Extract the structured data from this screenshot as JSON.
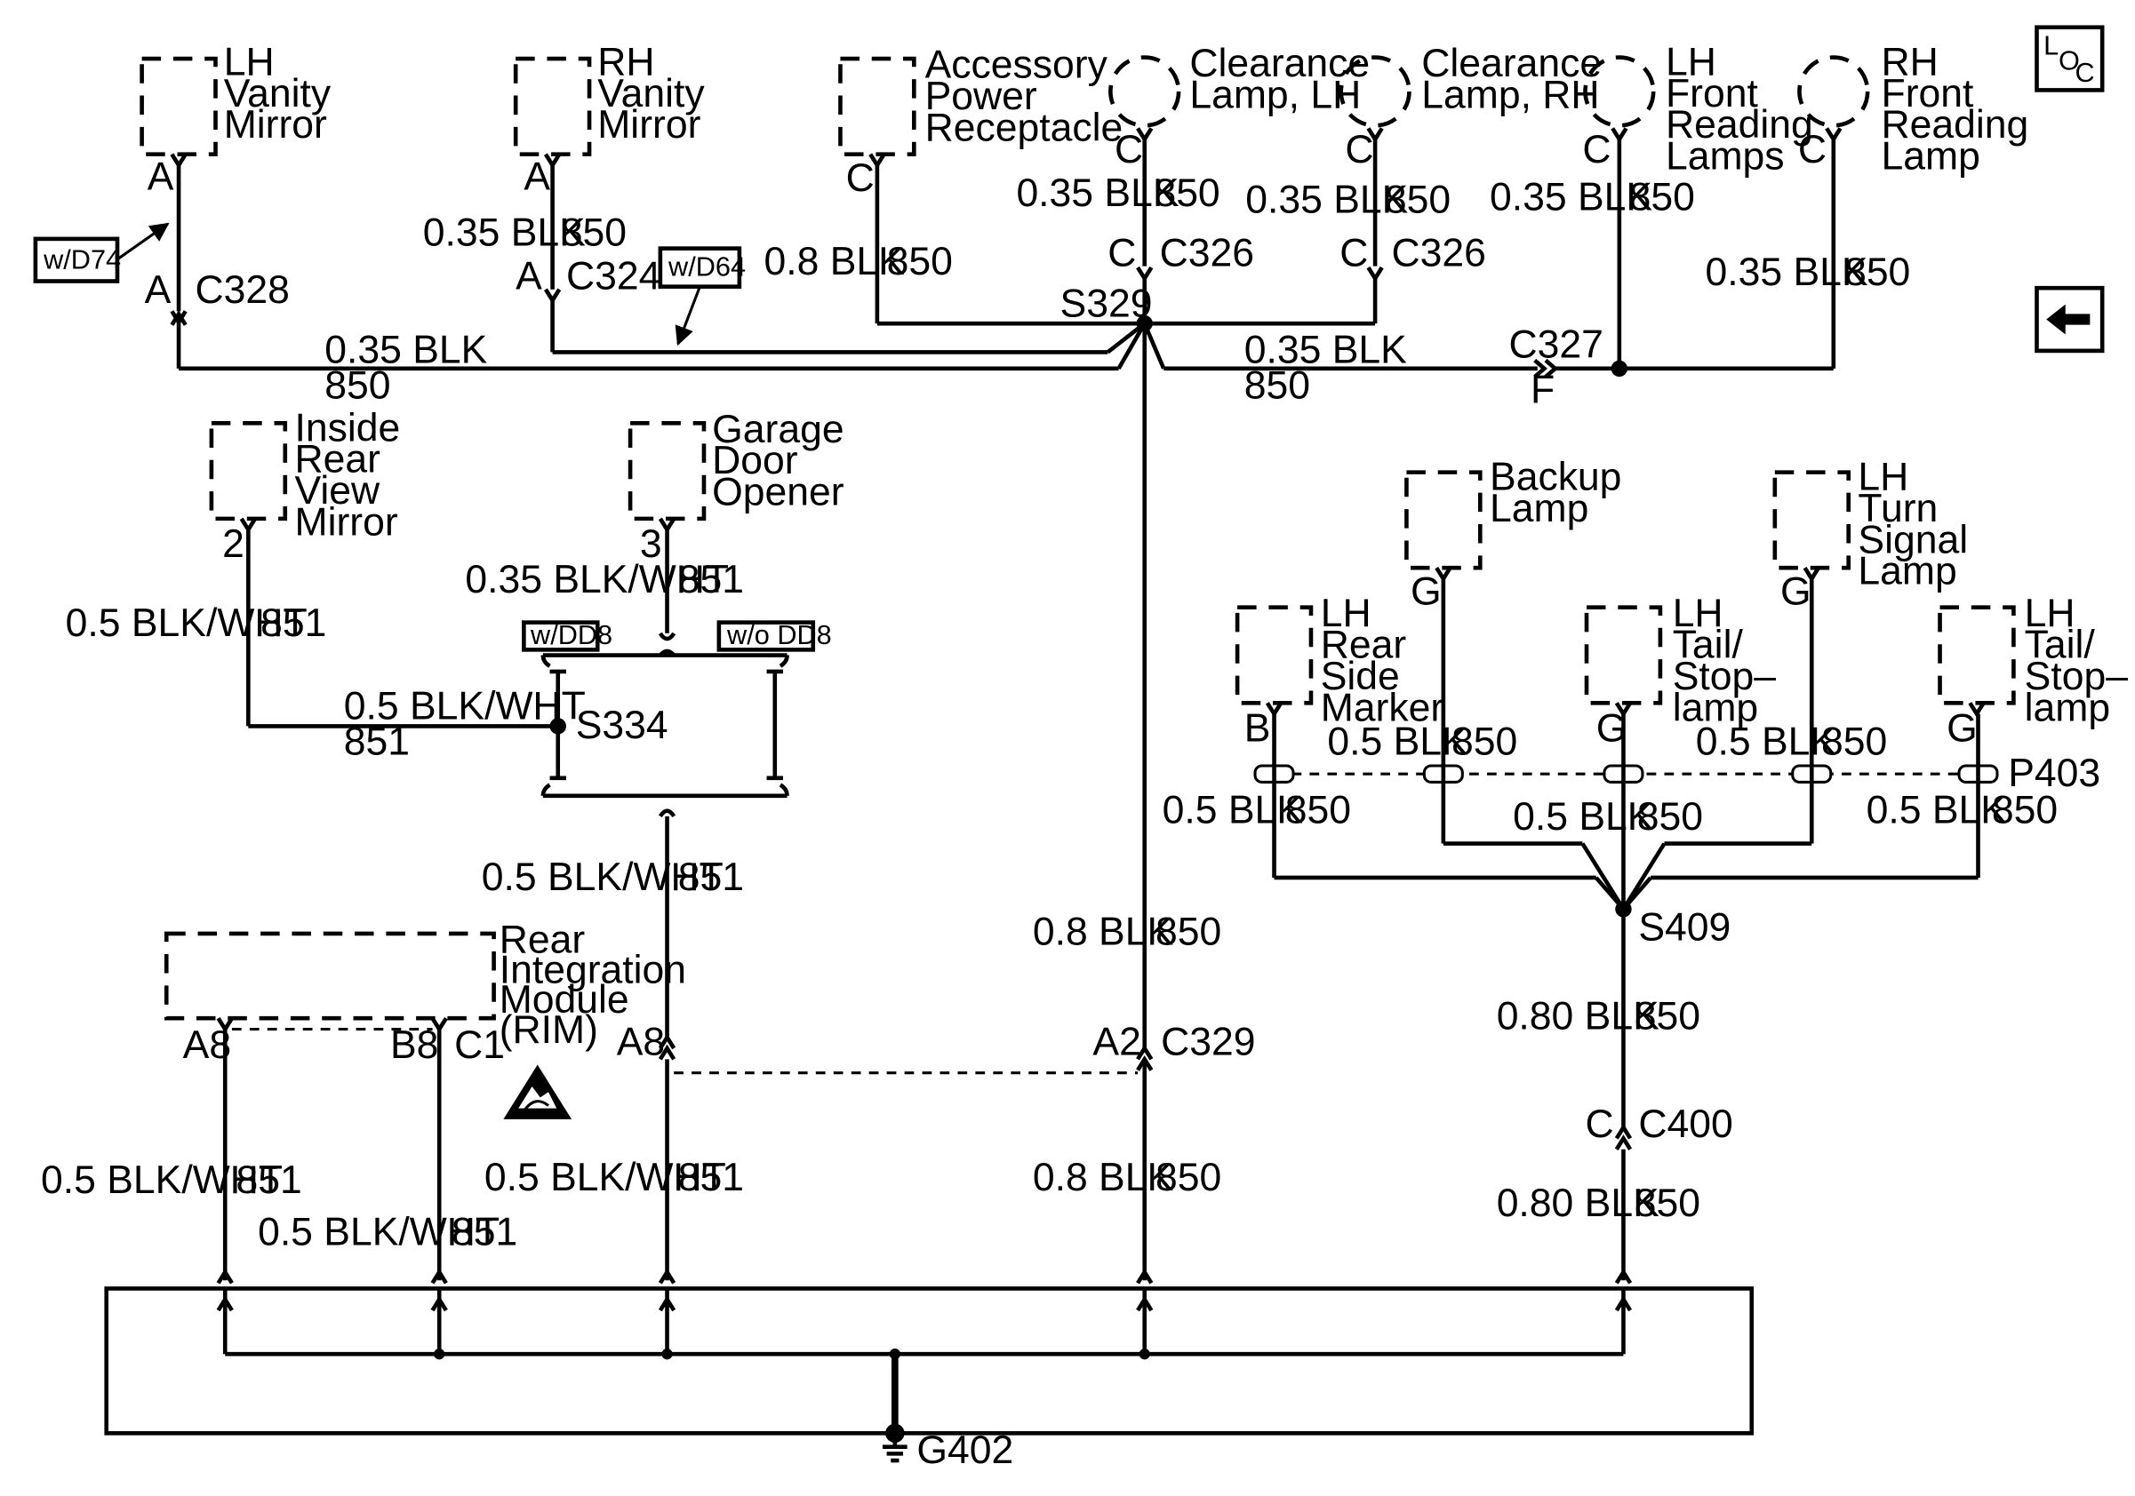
{
  "components": {
    "lh_vanity_mirror": [
      "LH",
      "Vanity",
      "Mirror"
    ],
    "rh_vanity_mirror": [
      "RH",
      "Vanity",
      "Mirror"
    ],
    "accessory_power": [
      "Accessory",
      "Power",
      "Receptacle"
    ],
    "clearance_lh": [
      "Clearance",
      "Lamp, LH"
    ],
    "clearance_rh": [
      "Clearance",
      "Lamp, RH"
    ],
    "lh_front_reading": [
      "LH",
      "Front",
      "Reading",
      "Lamps"
    ],
    "rh_front_reading": [
      "RH",
      "Front",
      "Reading",
      "Lamp"
    ],
    "inside_mirror": [
      "Inside",
      "Rear",
      "View",
      "Mirror"
    ],
    "garage_door": [
      "Garage",
      "Door",
      "Opener"
    ],
    "backup_lamp": [
      "Backup",
      "Lamp"
    ],
    "lh_turn": [
      "LH",
      "Turn",
      "Signal",
      "Lamp"
    ],
    "lh_rear_side": [
      "LH",
      "Rear",
      "Side",
      "Marker"
    ],
    "lh_tail_1": [
      "LH",
      "Tail/",
      "Stop–",
      "lamp"
    ],
    "lh_tail_2": [
      "LH",
      "Tail/",
      "Stop–",
      "lamp"
    ],
    "rim": [
      "Rear",
      "Integration",
      "Module",
      "(RIM)"
    ]
  },
  "options": {
    "d74": "w/D74",
    "d64": "w/D64",
    "dd8": "w/DD8",
    "no_dd8": "w/o DD8"
  },
  "pins": {
    "A": "A",
    "C": "C",
    "F": "F",
    "G": "G",
    "B": "B",
    "p2": "2",
    "p3": "3",
    "A8": "A8",
    "B8": "B8",
    "C1": "C1",
    "A2": "A2"
  },
  "connectors": {
    "c328": "C328",
    "c324": "C324",
    "c326": "C326",
    "c327": "C327",
    "c329": "C329",
    "c400": "C400",
    "p403": "P403"
  },
  "splices": {
    "s329": "S329",
    "s334": "S334",
    "s409": "S409"
  },
  "ground": "G402",
  "wires": {
    "blk035": "0.35 BLK",
    "blk08": "0.8 BLK",
    "blk05": "0.5 BLK",
    "blk080": "0.80 BLK",
    "blkwht05": "0.5 BLK/WHT",
    "blkwht035": "0.35 BLK/WHT",
    "c850": "850",
    "c851": "851"
  },
  "loc_icon": {
    "l": "L",
    "o": "O",
    "c": "C"
  },
  "icons": [
    "loc-icon",
    "back-arrow-icon",
    "esd-warning-icon"
  ]
}
